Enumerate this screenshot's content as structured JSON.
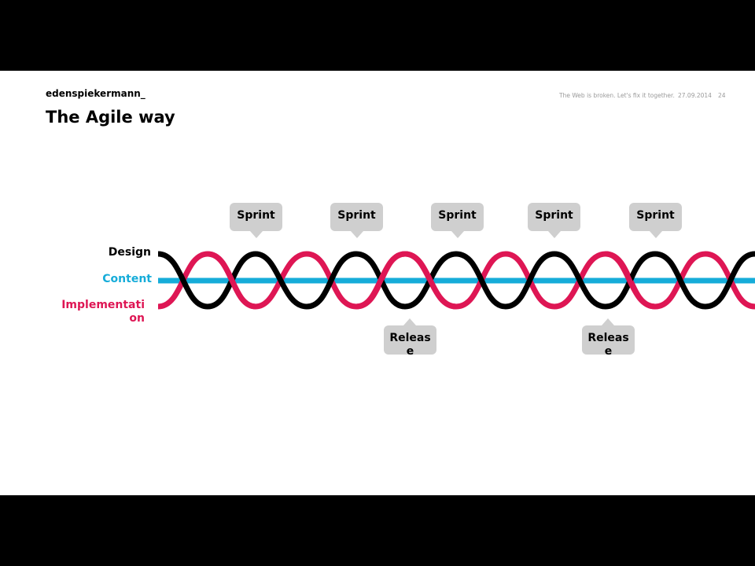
{
  "header": {
    "brand": "edenspiekermann_",
    "title": "The Agile way",
    "tagline": "The Web is broken. Let's fix it together.",
    "date": "27.09.2014",
    "page": "24"
  },
  "lanes": {
    "design": "Design",
    "content": "Content",
    "implementation": "Implementation"
  },
  "sprints": [
    "Sprint",
    "Sprint",
    "Sprint",
    "Sprint",
    "Sprint"
  ],
  "releases": [
    "Release",
    "Release"
  ],
  "colors": {
    "design": "#000000",
    "content": "#16acd9",
    "implementation": "#de1654",
    "bubble": "#cfcfcf"
  }
}
